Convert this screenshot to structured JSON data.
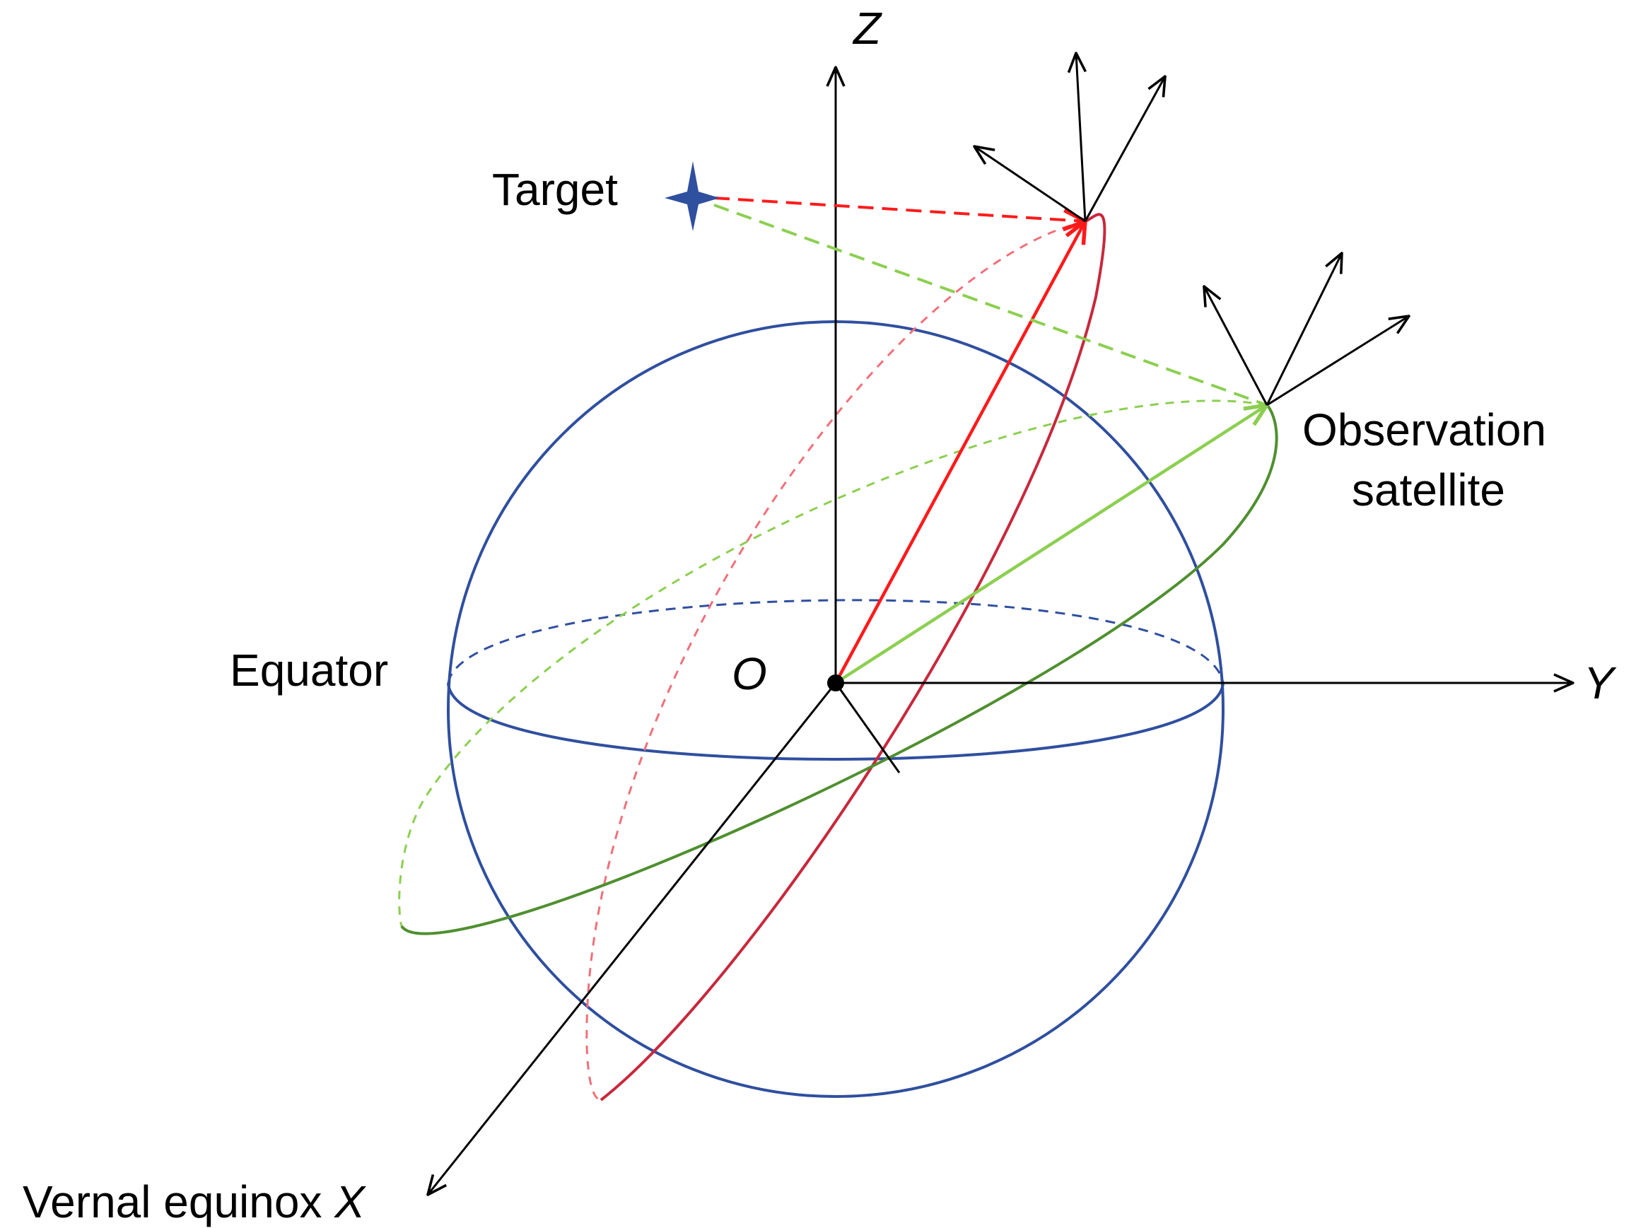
{
  "labels": {
    "z_axis": "Z",
    "y_axis": "Y",
    "x_axis_prefix": "Vernal equinox",
    "x_axis_letter": "X",
    "origin": "O",
    "target": "Target",
    "equator": "Equator",
    "satellite_line1": "Observation",
    "satellite_line2": "satellite"
  },
  "colors": {
    "earth": "#2f4f9f",
    "target_orbit": "#c8283c",
    "target_vector": "#ff1a1a",
    "observer_orbit": "#4f8f2f",
    "observer_vector": "#8ccf50",
    "axes": "#000000",
    "target_star": "#2f4f9f"
  },
  "icons": {
    "target_marker": "four-point-star-icon",
    "origin_marker": "filled-dot-icon"
  }
}
